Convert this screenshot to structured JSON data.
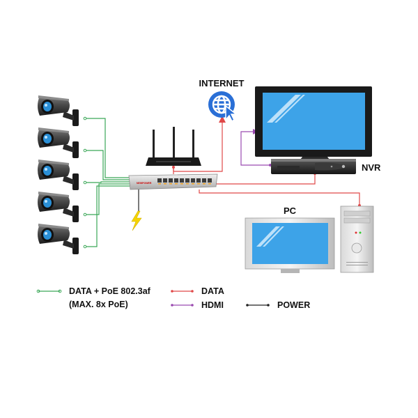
{
  "labels": {
    "internet": "INTERNET",
    "nvr": "NVR",
    "pc": "PC"
  },
  "legend": {
    "data_poe_line1": "DATA + PoE 802.3af",
    "data_poe_line2": "(MAX. 8x PoE)",
    "data": "DATA",
    "hdmi": "HDMI",
    "power": "POWER"
  },
  "switch": {
    "brand": "NEWPOWER"
  },
  "colors": {
    "poe": "#3aa757",
    "data": "#e04848",
    "hdmi": "#9a4ab0",
    "power": "#222222",
    "screen": "#3da3e8",
    "camera_lens": "#2a8fd6",
    "globe": "#2a6fd6",
    "lightning": "#f5d400"
  },
  "icons": {
    "globe": "globe-icon",
    "lightning": "lightning-icon"
  },
  "camera_count": 5
}
